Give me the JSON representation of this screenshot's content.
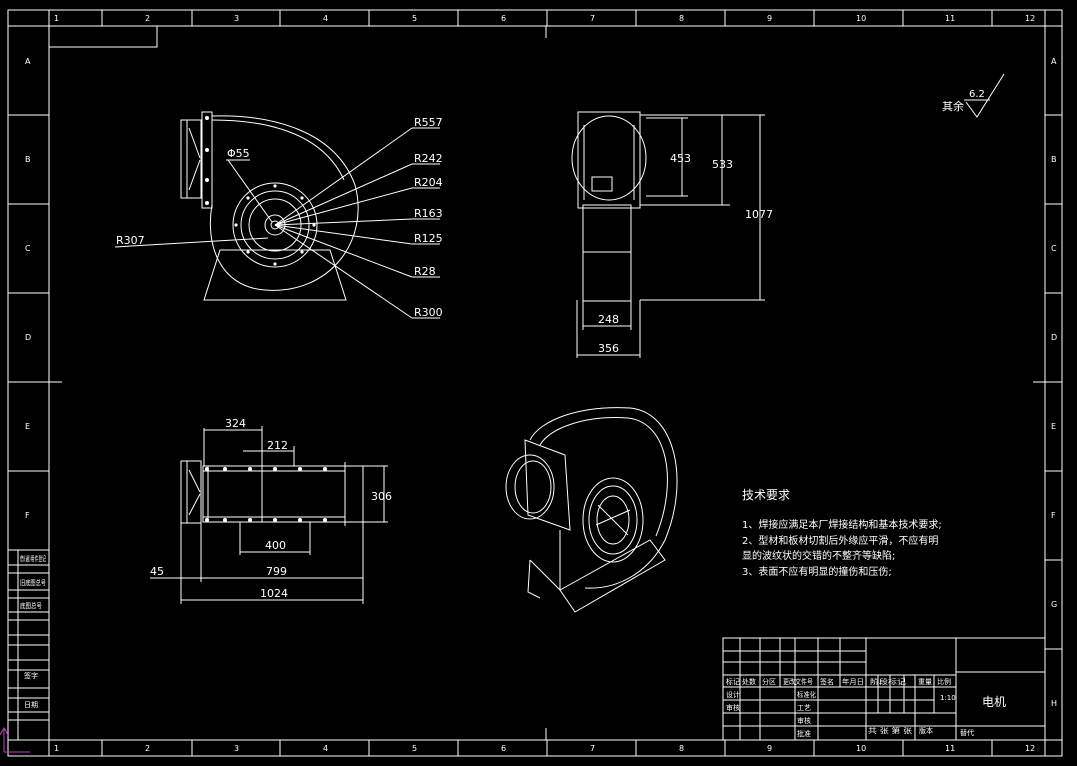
{
  "frame": {
    "columns": [
      "1",
      "2",
      "3",
      "4",
      "5",
      "6",
      "7",
      "8",
      "9",
      "10",
      "11",
      "12"
    ],
    "rows": [
      "A",
      "B",
      "C",
      "D",
      "E",
      "F",
      "G",
      "H"
    ]
  },
  "roughness": {
    "prefix": "其余",
    "value": "6.2"
  },
  "front_view": {
    "radii": [
      "R557",
      "R242",
      "R204",
      "R163",
      "R125",
      "R28",
      "R300"
    ],
    "left_radius": "R307",
    "phi": "Φ55"
  },
  "side_view": {
    "d453": "453",
    "d533": "533",
    "d1077": "1077",
    "d248": "248",
    "d356": "356"
  },
  "top_view": {
    "d324": "324",
    "d212": "212",
    "d306": "306",
    "d400": "400",
    "d45": "45",
    "d799": "799",
    "d1024": "1024"
  },
  "tech": {
    "title": "技术要求",
    "lines": [
      "1、焊接应满足本厂焊接结构和基本技术要求;",
      "2、型材和板材切割后外缘应平滑，不应有明",
      "显的波纹状的交错的不整齐等缺陷;",
      "3、表面不应有明显的撞伤和压伤;"
    ]
  },
  "title_block": {
    "name": "电机",
    "scale": "1:10",
    "row_labels": [
      "标记",
      "处数",
      "分区",
      "更改文件号",
      "签名",
      "年月日"
    ],
    "labels2": [
      "设计",
      "标准化",
      "阶段标记",
      "重量",
      "比例"
    ],
    "labels3": [
      "审核",
      "工艺",
      "批准"
    ],
    "labels4": [
      "共 张 第 张",
      "版本",
      "替代"
    ]
  },
  "side_block": [
    "借(通)用件登记",
    "旧底图总号",
    "底图总号",
    "签字",
    "日期"
  ]
}
